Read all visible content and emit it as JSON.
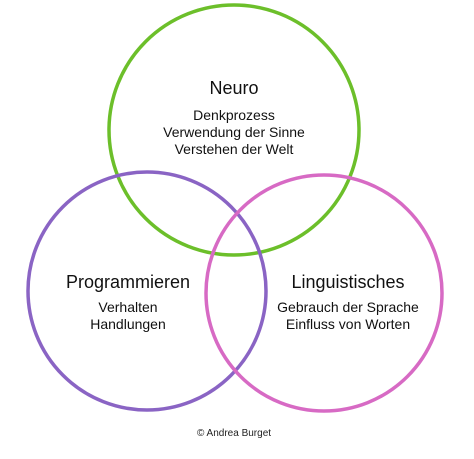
{
  "sets": [
    {
      "id": "neuro",
      "title": "Neuro",
      "lines": [
        "Denkprozess",
        "Verwendung der Sinne",
        "Verstehen der Welt"
      ],
      "color": "#6cbf2a"
    },
    {
      "id": "programmieren",
      "title": "Programmieren",
      "lines": [
        "Verhalten",
        "Handlungen"
      ],
      "color": "#8a64c4"
    },
    {
      "id": "linguistisches",
      "title": "Linguistisches",
      "lines": [
        "Gebrauch der Sprache",
        "Einfluss von Worten"
      ],
      "color": "#d76ac4"
    }
  ],
  "copyright": "© Andrea Burget"
}
